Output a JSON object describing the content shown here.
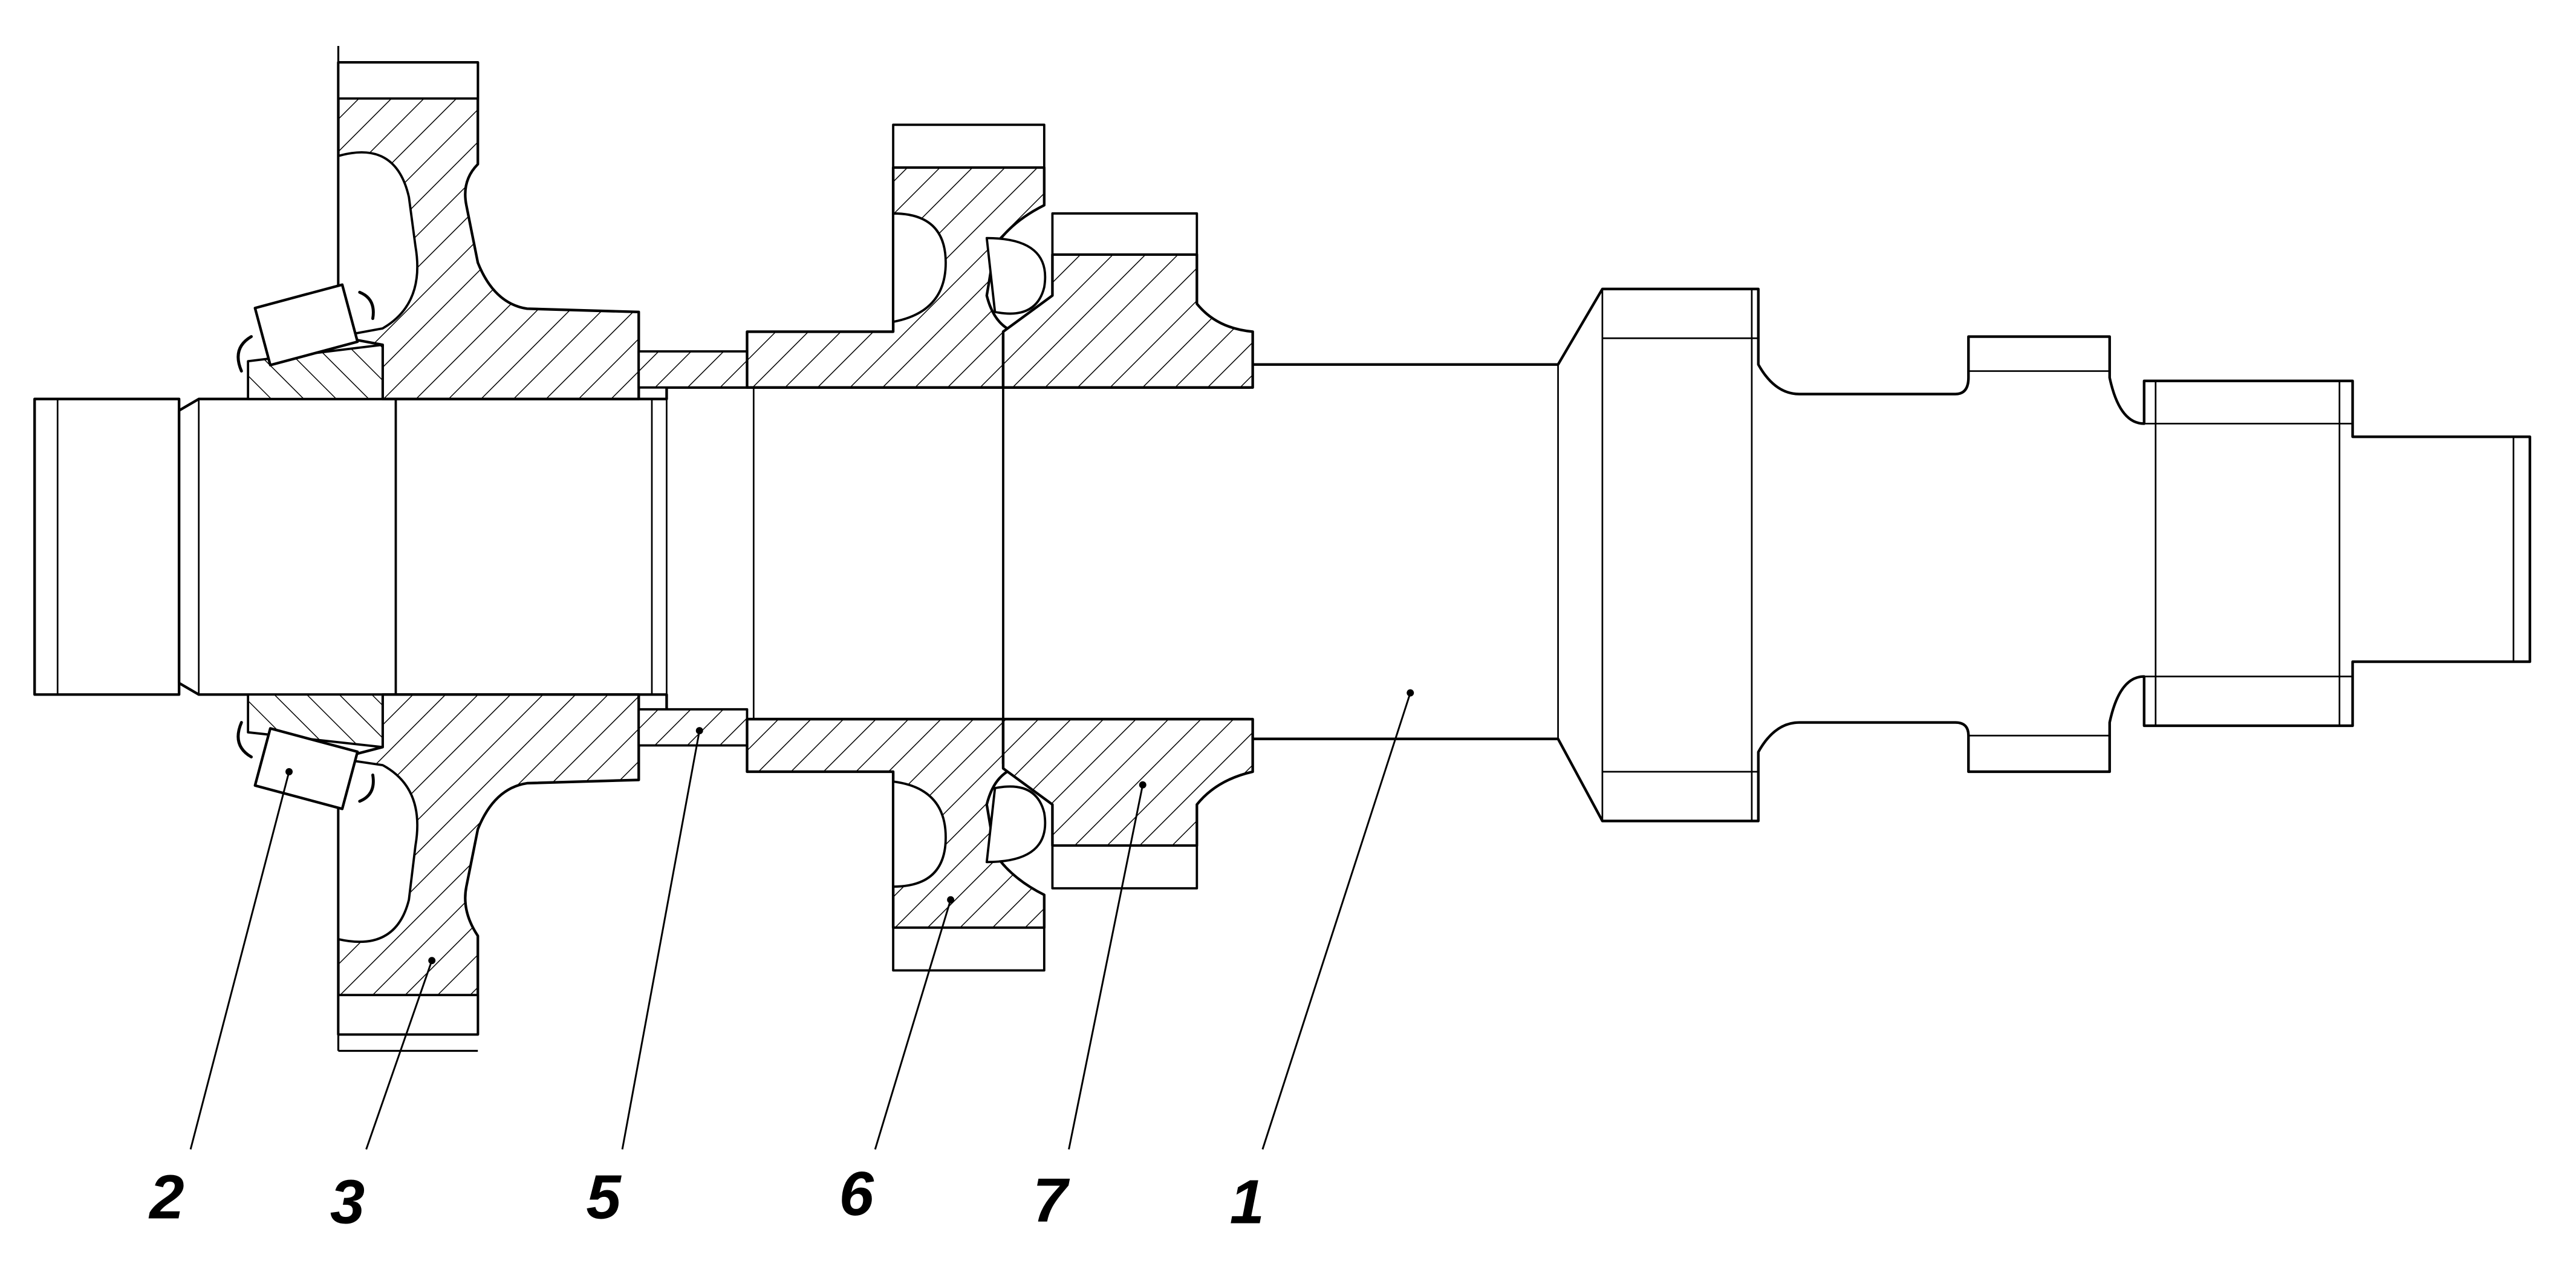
{
  "figure": {
    "title": "",
    "line_color": "#000000",
    "background_color": "#ffffff",
    "hatch_style": "diagonal-45"
  },
  "callouts": [
    {
      "id": "c2",
      "label": "2",
      "part": "tapered-roller-bearing"
    },
    {
      "id": "c3",
      "label": "3",
      "part": "left-hub-flange"
    },
    {
      "id": "c5",
      "label": "5",
      "part": "spacer-ring"
    },
    {
      "id": "c6",
      "label": "6",
      "part": "middle-hub-flange"
    },
    {
      "id": "c7",
      "label": "7",
      "part": "gear-hub"
    },
    {
      "id": "c1",
      "label": "1",
      "part": "shaft"
    }
  ]
}
